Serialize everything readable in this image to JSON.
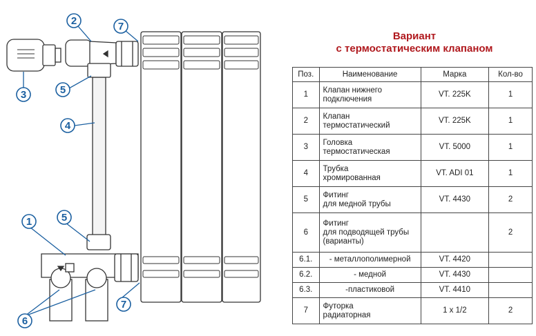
{
  "title": {
    "line1": "Вариант",
    "line2": "с термостатическим клапаном"
  },
  "table": {
    "headers": [
      "Поз.",
      "Наименование",
      "Марка",
      "Кол-во"
    ],
    "rows": [
      {
        "pos": "1",
        "name": [
          "Клапан нижнего",
          "подключения"
        ],
        "mark": "VT. 225K",
        "qty": "1"
      },
      {
        "pos": "2",
        "name": [
          "Клапан",
          "термостатический"
        ],
        "mark": "VT. 225K",
        "qty": "1"
      },
      {
        "pos": "3",
        "name": [
          "Головка",
          "термостатическая"
        ],
        "mark": "VT. 5000",
        "qty": "1"
      },
      {
        "pos": "4",
        "name": [
          "Трубка",
          "хромированная"
        ],
        "mark": "VT. ADI 01",
        "qty": "1"
      },
      {
        "pos": "5",
        "name": [
          "Фитинг",
          "для медной трубы"
        ],
        "mark": "VT. 4430",
        "qty": "2"
      },
      {
        "pos": "6",
        "name": [
          "Фитинг",
          "для подводящей трубы",
          "(варианты)"
        ],
        "mark": "",
        "qty": "2"
      },
      {
        "pos": "6.1.",
        "name": [
          "- металлополимерной"
        ],
        "mark": "VT. 4420",
        "qty": ""
      },
      {
        "pos": "6.2.",
        "name": [
          "- медной"
        ],
        "mark": "VT. 4430",
        "qty": ""
      },
      {
        "pos": "6.3.",
        "name": [
          "-пластиковой"
        ],
        "mark": "VT. 4410",
        "qty": ""
      },
      {
        "pos": "7",
        "name": [
          "Футорка",
          "радиаторная"
        ],
        "mark": "1 x 1/2",
        "qty": "2"
      }
    ]
  },
  "callouts": [
    "1",
    "2",
    "3",
    "4",
    "5",
    "5",
    "6",
    "7",
    "7"
  ],
  "colors": {
    "callout": "#1a5fa0",
    "title": "#b0191e"
  }
}
